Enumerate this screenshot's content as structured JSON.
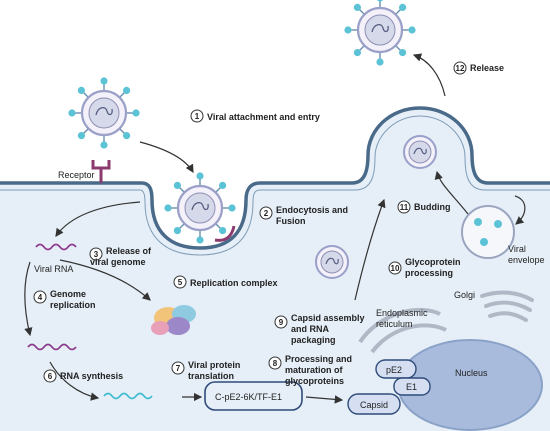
{
  "steps": [
    {
      "num": "1",
      "lines": [
        "Viral attachment  and entry"
      ]
    },
    {
      "num": "2",
      "lines": [
        "Endocytosis and",
        "Fusion"
      ]
    },
    {
      "num": "3",
      "lines": [
        "Release of",
        "viral genome"
      ]
    },
    {
      "num": "4",
      "lines": [
        "Genome",
        "replication"
      ]
    },
    {
      "num": "5",
      "lines": [
        "Replication complex"
      ]
    },
    {
      "num": "6",
      "lines": [
        "RNA synthesis"
      ]
    },
    {
      "num": "7",
      "lines": [
        "Viral protein",
        "translation"
      ]
    },
    {
      "num": "8",
      "lines": [
        "Processing and",
        "maturation of",
        "glycoproteins"
      ]
    },
    {
      "num": "9",
      "lines": [
        "Capsid assembly",
        "and RNA",
        "packaging"
      ]
    },
    {
      "num": "10",
      "lines": [
        "Glycoprotein",
        "processing"
      ]
    },
    {
      "num": "11",
      "lines": [
        "Budding"
      ]
    },
    {
      "num": "12",
      "lines": [
        "Release"
      ]
    }
  ],
  "labels": {
    "receptor": "Receptor",
    "viral_rna": "Viral RNA",
    "polyprotein": "C-pE2-6K/TF-E1",
    "pe2": "pE2",
    "e1": "E1",
    "capsid": "Capsid",
    "nucleus": "Nucleus",
    "golgi": "Golgi",
    "er": [
      "Endoplasmic",
      "reticulum"
    ],
    "envelope": [
      "Viral",
      "envelope"
    ]
  },
  "colors": {
    "cytoplasm": "#e6eff7",
    "membrane": "#4a6a8a",
    "spike": "#5cc3d6",
    "receptor": "#8c3a6e",
    "nucleus": "#a8bbdc",
    "rna": "#8c3a8c"
  }
}
